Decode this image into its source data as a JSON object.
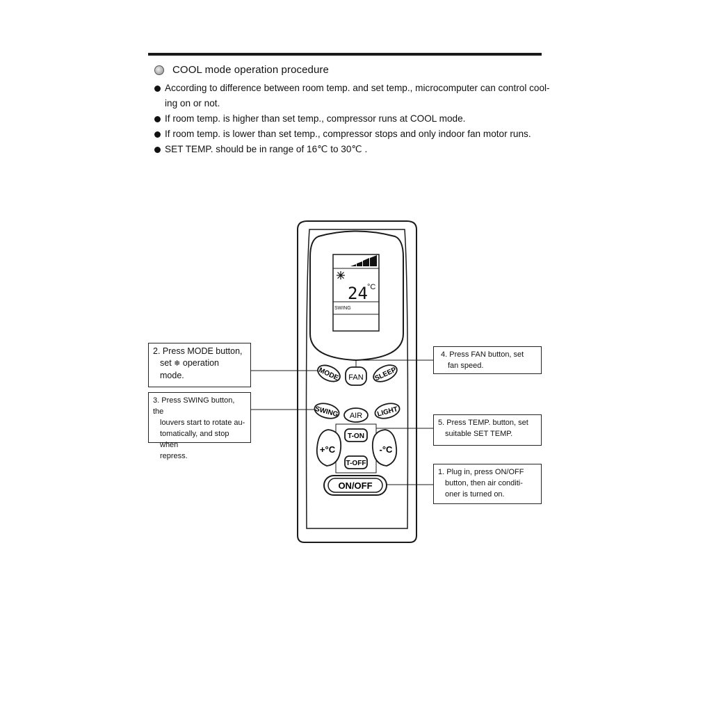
{
  "section": {
    "heading": "COOL mode operation procedure",
    "bullets": [
      {
        "line1": "According to difference  between room temp. and set temp., microcomputer can control cool-",
        "line2": "ing on or not."
      },
      {
        "line1": "If room temp. is higher than set temp., compressor runs at COOL mode.",
        "line2": ""
      },
      {
        "line1": "If room temp. is lower than set temp., compressor stops and only indoor fan motor runs.",
        "line2": ""
      },
      {
        "line1": "SET TEMP. should be in range of 16℃ to 30℃ .",
        "line2": ""
      }
    ]
  },
  "display": {
    "temperature": "24",
    "unit": "°C",
    "swing_label": "SWING",
    "mode_icon": "snowflake-icon",
    "fan_level_bars": 4
  },
  "buttons": {
    "mode": "MODE",
    "fan": "FAN",
    "sleep": "SLEEP",
    "swing": "SWING",
    "air": "AIR",
    "light": "LIGHT",
    "t_on": "T-ON",
    "t_off": "T-OFF",
    "temp_up": "+°C",
    "temp_down": "-°C",
    "on_off": "ON/OFF"
  },
  "callouts": {
    "mode": {
      "line1": "2. Press MODE button,",
      "line2a": "set",
      "line2b": "operation",
      "line3": "mode."
    },
    "swing": {
      "line1": "3. Press SWING button, the",
      "line2": "louvers start to rotate au-",
      "line3": "tomatically, and stop when",
      "line4": "repress."
    },
    "fan": {
      "line1": "4. Press FAN button, set",
      "line2": "fan speed."
    },
    "temp": {
      "line1": "5. Press TEMP. button, set",
      "line2": "suitable SET TEMP."
    },
    "onoff": {
      "line1": "1. Plug in, press ON/OFF",
      "line2": "button, then air conditi-",
      "line3": "oner is turned on."
    }
  }
}
